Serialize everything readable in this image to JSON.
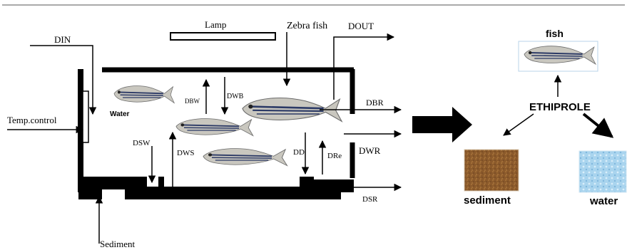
{
  "labels": {
    "lamp": "Lamp",
    "zebra_fish": "Zebra fish",
    "d_in": "DIN",
    "d_out": "DOUT",
    "temp_control": "Temp.control",
    "water_tank": "Water",
    "d_bw": "DBW",
    "d_wb": "DWB",
    "d_br": "DBR",
    "d_sw": "DSW",
    "d_ws": "DWS",
    "d_d": "DD",
    "d_re": "DRe",
    "d_wr": "DWR",
    "d_sr": "DSR",
    "sediment_inlet": "Sediment"
  },
  "right_panel": {
    "fish": "fish",
    "center": "ETHIPROLE",
    "sediment": "sediment",
    "water": "water"
  },
  "colors": {
    "frame": "#000000",
    "sediment_fill": "#8b5a2b",
    "water_fill": "#a9d4ee",
    "fish_body": "#c9c7bf",
    "fish_stripe": "#2c3a66"
  }
}
